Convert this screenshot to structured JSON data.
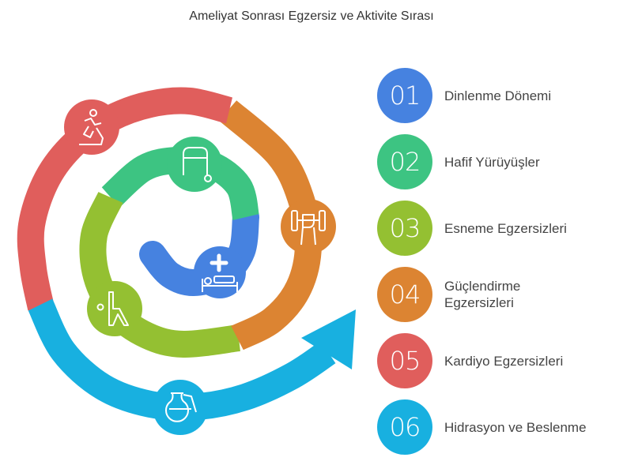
{
  "title": "Ameliyat Sonrası Egzersiz ve Aktivite Sırası",
  "steps": [
    {
      "number": "01",
      "label": "Dinlenme Dönemi",
      "color": "#4682E0",
      "icon": "bed-medical-icon"
    },
    {
      "number": "02",
      "label": "Hafif Yürüyüşler",
      "color": "#3DC482",
      "icon": "walker-icon"
    },
    {
      "number": "03",
      "label": "Esneme Egzersizleri",
      "color": "#94C032",
      "icon": "stretching-icon"
    },
    {
      "number": "04",
      "label": "Güçlendirme Egzersizleri",
      "color": "#DC8432",
      "icon": "dumbbell-icon"
    },
    {
      "number": "05",
      "label": "Kardiyo Egzersizleri",
      "color": "#E05E5C",
      "icon": "exercise-bike-icon"
    },
    {
      "number": "06",
      "label": "Hidrasyon ve Beslenme",
      "color": "#18B0E0",
      "icon": "water-pitcher-icon"
    }
  ]
}
